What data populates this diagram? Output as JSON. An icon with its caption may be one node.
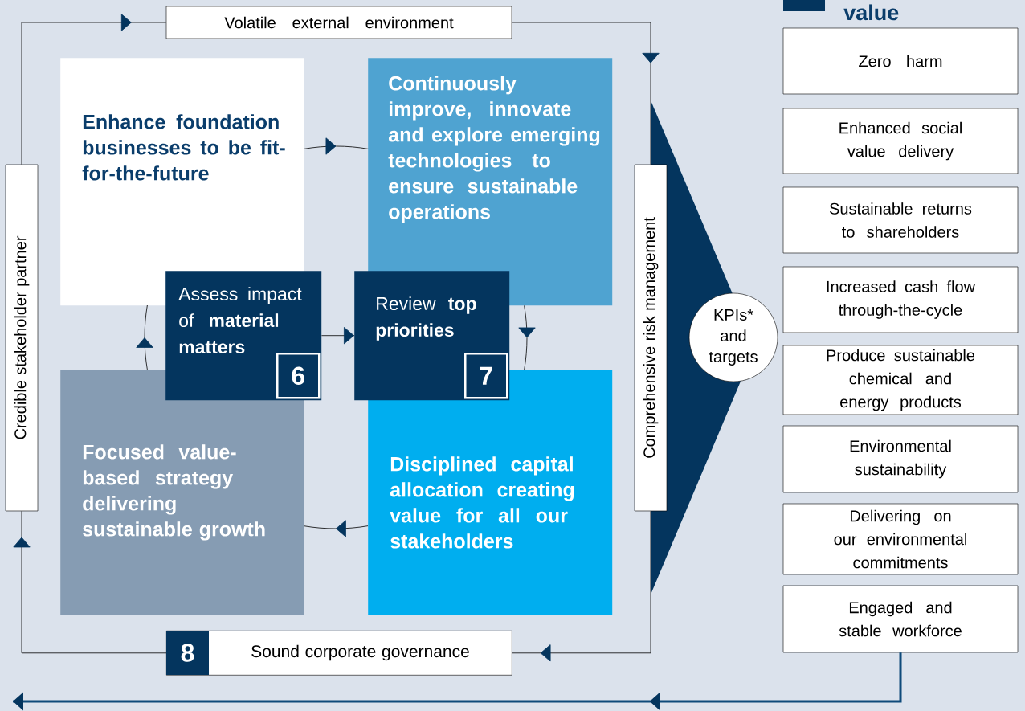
{
  "diagram": {
    "title": "value",
    "nodes": [
      {
        "text": [
          "Volatile external environment"
        ]
      },
      {
        "text": [
          "Credible stakeholder partner"
        ]
      },
      {
        "text": [
          "Enhance foundation businesses to be fit-for-the-future"
        ]
      },
      {
        "text": [
          "Continuously improve, innovate and explore emerging technologies to ensure sustainable operations"
        ]
      },
      {
        "text": [
          "Assess impact of **material matters**",
          "6"
        ]
      },
      {
        "text": [
          "Review **top priorities**",
          "7"
        ]
      },
      {
        "text": [
          "Focused value-based strategy delivering sustainable growth"
        ]
      },
      {
        "text": [
          "Disciplined capital allocation creating value for all our stakeholders"
        ]
      },
      {
        "text": [
          "Comprehensive risk management"
        ]
      },
      {
        "text": [
          "KPIs* and targets"
        ]
      },
      {
        "text": [
          "8",
          "Sound corporate governance"
        ]
      },
      {
        "text": [
          "Zero harm"
        ]
      },
      {
        "text": [
          "Enhanced social value delivery"
        ]
      },
      {
        "text": [
          "Sustainable returns to shareholders"
        ]
      },
      {
        "text": [
          "Increased cash flow through-the-cycle"
        ]
      },
      {
        "text": [
          "Produce sustainable chemical and energy products"
        ]
      },
      {
        "text": [
          "Environmental sustainability"
        ]
      },
      {
        "text": [
          "Delivering on our environmental commitments"
        ]
      },
      {
        "text": [
          "Engaged and stable workforce"
        ]
      }
    ],
    "edges": [
      {
        "from": 1,
        "to": 0,
        "arrow": "to"
      },
      {
        "from": 0,
        "to": 8,
        "arrow": "to"
      },
      {
        "from": 8,
        "to": 10,
        "arrow": "to"
      },
      {
        "from": 10,
        "to": 1,
        "arrow": "to"
      },
      {
        "from": 2,
        "to": 3,
        "arrow": "to"
      },
      {
        "from": 3,
        "to": 7,
        "arrow": "to"
      },
      {
        "from": 7,
        "to": 6,
        "arrow": "to"
      },
      {
        "from": 6,
        "to": 2,
        "arrow": "to"
      },
      {
        "from": 4,
        "to": 5,
        "arrow": "to"
      },
      {
        "from": 18,
        "to": null,
        "arrow": "to",
        "style": "thick",
        "color": "#0e4a7a"
      }
    ]
  }
}
